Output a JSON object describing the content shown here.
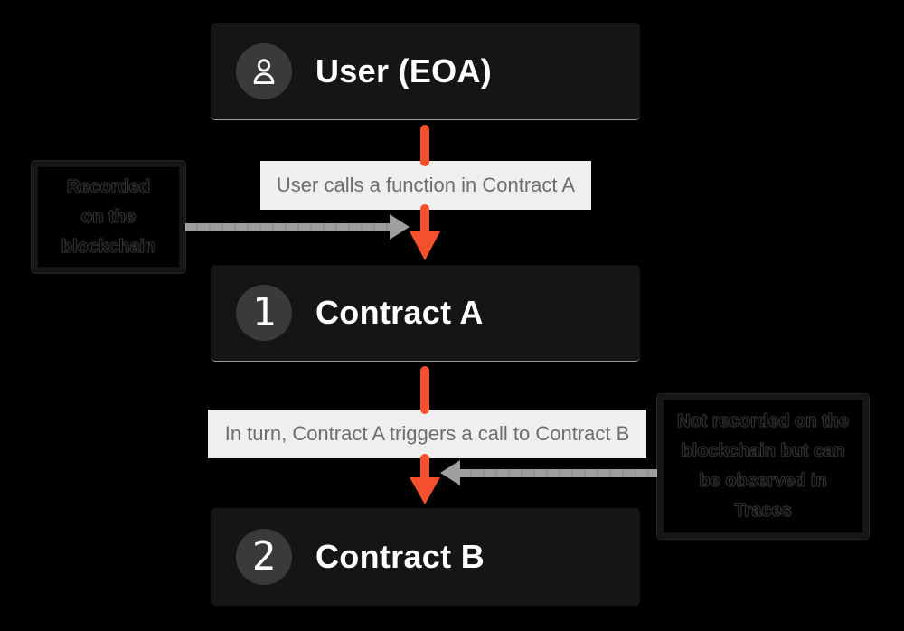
{
  "diagram": {
    "background": "#000000",
    "nodes": {
      "user": {
        "title": "User (EOA)",
        "icon": "person-icon"
      },
      "contract_a": {
        "number": "1",
        "title": "Contract A"
      },
      "contract_b": {
        "number": "2",
        "title": "Contract B"
      }
    },
    "flow_labels": {
      "call1": "User calls a function in Contract A",
      "call2": "In turn, Contract A triggers a call to Contract B"
    },
    "notes": {
      "left": {
        "lines": [
          "Recorded",
          "on the",
          "blockchain"
        ]
      },
      "right": {
        "lines": [
          "Not recorded on the",
          "blockchain but can",
          "be observed in",
          "Traces"
        ]
      }
    },
    "colors": {
      "node_bg": "#151515",
      "badge_bg": "#3a3a3a",
      "title_text": "#ffffff",
      "flow_arrow_orange": "#f4502e",
      "note_arrow_gray": "#9e9e9e",
      "flow_label_bg": "#efefef",
      "flow_label_text": "#6e6e6e"
    }
  }
}
